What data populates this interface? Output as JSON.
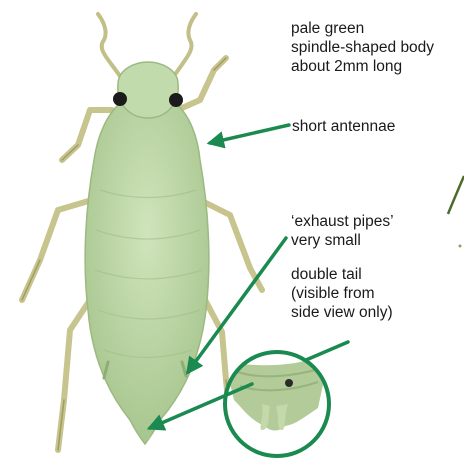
{
  "labels": {
    "body": "pale green\nspindle-shaped body\nabout 2mm long",
    "antennae": "short antennae",
    "exhaust_pipes": "‘exhaust pipes’\nvery small",
    "double_tail": "double tail\n(visible from\nside view only)"
  },
  "colors": {
    "body_fill": "#bcd7a6",
    "body_shade": "#a5c48b",
    "leg": "#c6c48e",
    "arrow": "#1a8a50",
    "inset_ring": "#1a8a50"
  }
}
